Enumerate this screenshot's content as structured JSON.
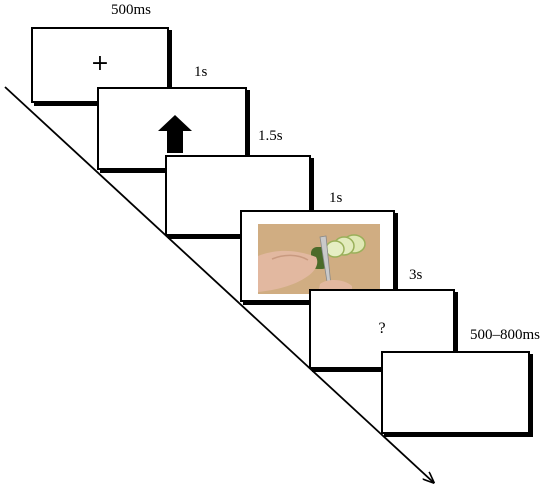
{
  "trial": {
    "frames": [
      {
        "id": "fixation",
        "duration": "500ms",
        "content": "+"
      },
      {
        "id": "cue",
        "duration": "1s",
        "content": "arrow-up-icon"
      },
      {
        "id": "blank",
        "duration": "1.5s",
        "content": ""
      },
      {
        "id": "stimulus",
        "duration": "1s",
        "content": "photo"
      },
      {
        "id": "question",
        "duration": "3s",
        "content": "?"
      },
      {
        "id": "iti",
        "duration": "500–800ms",
        "content": ""
      }
    ]
  }
}
